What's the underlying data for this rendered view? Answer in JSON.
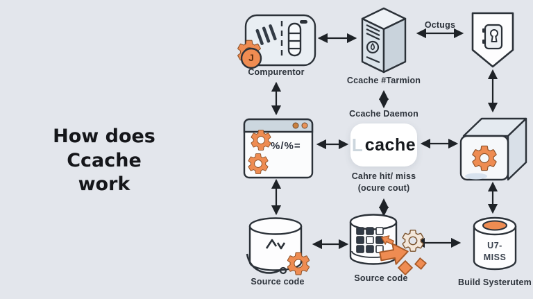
{
  "title": {
    "line1": "How does Ccache",
    "line2": "work"
  },
  "colors": {
    "background": "#e3e6ec",
    "accent_orange": "#ee8c52",
    "outline": "#2b3138",
    "arrow": "#1e2227",
    "label_text": "#2c323a"
  },
  "diagram": {
    "compiler": {
      "label": "Compurentor",
      "badge": "J"
    },
    "server": {
      "label": "Ccache #Tarmion"
    },
    "top_link": {
      "label": "Octugs"
    },
    "daemon": {
      "label": "Ccache Daemon"
    },
    "cache_box": {
      "logo": "L",
      "name": "cache"
    },
    "hit_miss": {
      "line1": "Cahre hit/ miss",
      "line2": "(ocure cout)"
    },
    "compiler_window": {
      "symbols": "%/%="
    },
    "source_db": {
      "label": "Source code"
    },
    "source_blocks": {
      "label": "Source code"
    },
    "build_system": {
      "cylinder_line1": "U7-",
      "cylinder_line2": "MISS",
      "label": "Build Systerutem"
    }
  },
  "icons": [
    "gear-icon",
    "compiler-card-icon",
    "server-tower-icon",
    "shield-icon",
    "safe-lock-icon",
    "code-window-icon",
    "database-cylinder-icon",
    "blocks-cylinder-icon",
    "orange-arrow-icon",
    "diamond-icon",
    "can-icon"
  ]
}
